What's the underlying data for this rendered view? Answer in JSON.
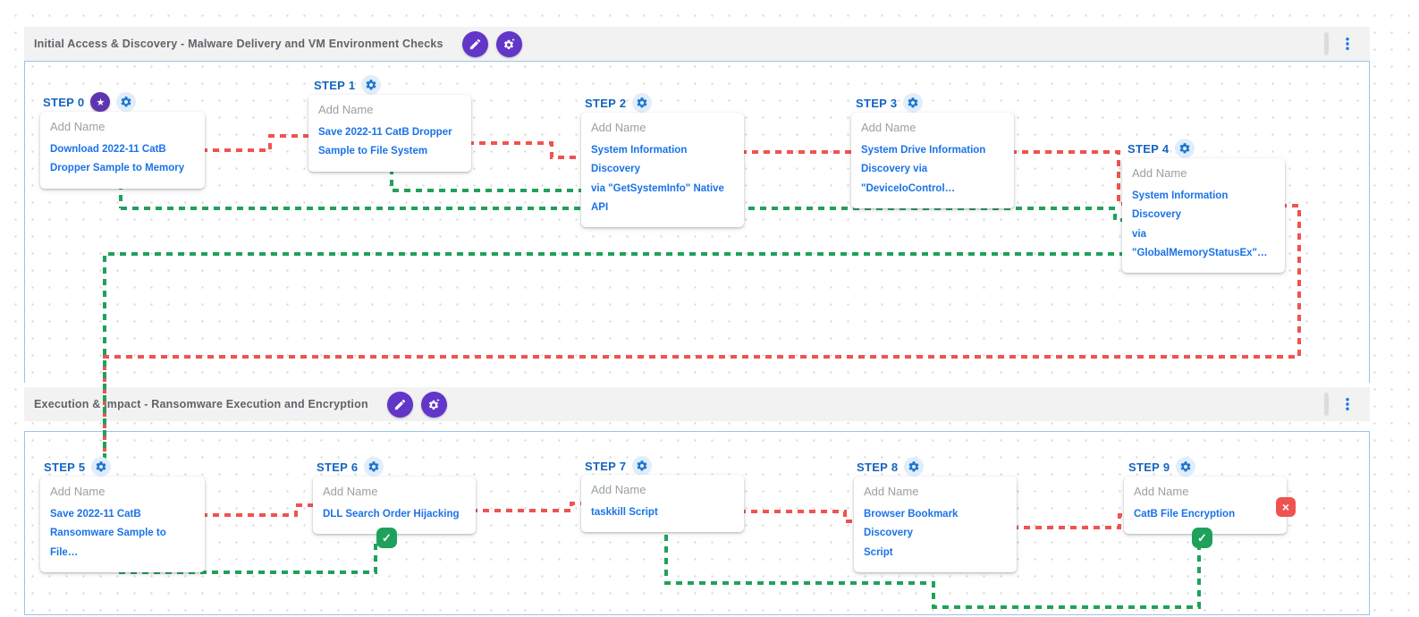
{
  "glyphs": {
    "star": "★",
    "check": "✓",
    "cross": "×"
  },
  "colors": {
    "link_blue": "#1a73e8",
    "step_label_blue": "#1565c0",
    "success_green": "#1fa15b",
    "failure_red": "#ef5350",
    "accent_purple": "#6236c9",
    "header_gray": "#f2f2f2",
    "phase_border_blue": "#9ac4ef"
  },
  "phases": [
    {
      "title": "Initial Access & Discovery - Malware Delivery and VM Environment Checks",
      "steps": [
        {
          "label": "STEP 0",
          "name_placeholder": "Add Name",
          "scenario_lines": [
            "Download 2022-11 CatB",
            "Dropper Sample to Memory"
          ]
        },
        {
          "label": "STEP 1",
          "name_placeholder": "Add Name",
          "scenario_lines": [
            "Save 2022-11 CatB Dropper",
            "Sample to File System"
          ]
        },
        {
          "label": "STEP 2",
          "name_placeholder": "Add Name",
          "scenario_lines": [
            "System Information Discovery",
            "via \"GetSystemInfo\" Native API"
          ]
        },
        {
          "label": "STEP 3",
          "name_placeholder": "Add Name",
          "scenario_lines": [
            "System Drive Information",
            "Discovery via \"DeviceIoControl…"
          ]
        },
        {
          "label": "STEP 4",
          "name_placeholder": "Add Name",
          "scenario_lines": [
            "System Information Discovery",
            "via \"GlobalMemoryStatusEx\"…"
          ]
        }
      ]
    },
    {
      "title": "Execution & Impact - Ransomware Execution and Encryption",
      "steps": [
        {
          "label": "STEP 5",
          "name_placeholder": "Add Name",
          "scenario_lines": [
            "Save 2022-11 CatB",
            "Ransomware Sample to File…"
          ]
        },
        {
          "label": "STEP 6",
          "name_placeholder": "Add Name",
          "scenario_lines": [
            "DLL Search Order Hijacking"
          ],
          "status": "success"
        },
        {
          "label": "STEP 7",
          "name_placeholder": "Add Name",
          "scenario_lines": [
            "taskkill Script"
          ]
        },
        {
          "label": "STEP 8",
          "name_placeholder": "Add Name",
          "scenario_lines": [
            "Browser Bookmark Discovery",
            "Script"
          ]
        },
        {
          "label": "STEP 9",
          "name_placeholder": "Add Name",
          "scenario_lines": [
            "CatB File Encryption"
          ],
          "status": "success",
          "error": true
        }
      ]
    }
  ]
}
